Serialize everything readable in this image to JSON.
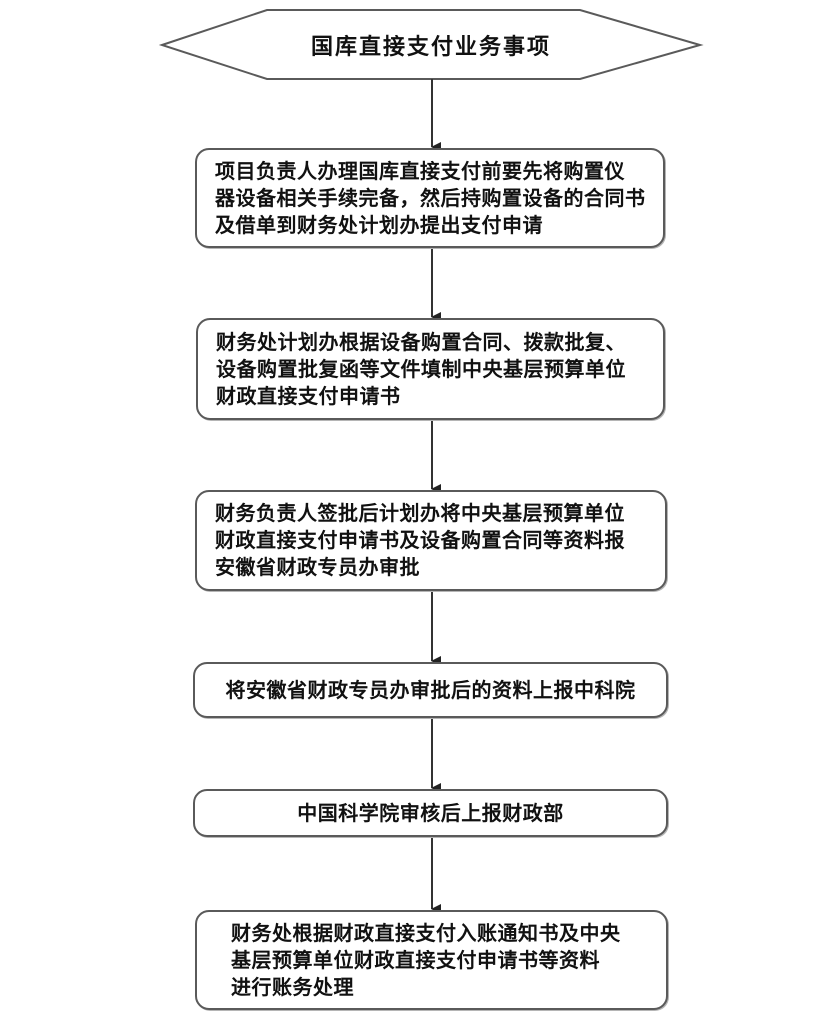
{
  "diagram": {
    "title": "国库直接支付业务事项",
    "steps": [
      {
        "id": "step-1",
        "lines": [
          "项目负责人办理国库直接支付前要先将购置仪",
          "器设备相关手续完备，然后持购置设备的合同书",
          "及借单到财务处计划办提出支付申请"
        ]
      },
      {
        "id": "step-2",
        "lines": [
          "财务处计划办根据设备购置合同、拨款批复、",
          "设备购置批复函等文件填制中央基层预算单位",
          "财政直接支付申请书"
        ]
      },
      {
        "id": "step-3",
        "lines": [
          "财务负责人签批后计划办将中央基层预算单位",
          "财政直接支付申请书及设备购置合同等资料报",
          "安徽省财政专员办审批"
        ]
      },
      {
        "id": "step-4",
        "lines": [
          "将安徽省财政专员办审批后的资料上报中科院"
        ]
      },
      {
        "id": "step-5",
        "lines": [
          "中国科学院审核后上报财政部"
        ]
      },
      {
        "id": "step-6",
        "lines": [
          "财务处根据财政直接支付入账通知书及中央",
          "基层预算单位财政直接支付申请书等资料",
          "进行账务处理"
        ]
      }
    ],
    "edges": [
      {
        "from": "start",
        "to": "step-1"
      },
      {
        "from": "step-1",
        "to": "step-2"
      },
      {
        "from": "step-2",
        "to": "step-3"
      },
      {
        "from": "step-3",
        "to": "step-4"
      },
      {
        "from": "step-4",
        "to": "step-5"
      },
      {
        "from": "step-5",
        "to": "step-6"
      }
    ],
    "colors": {
      "stroke": "#5a5a5a",
      "text": "#111111",
      "background": "#ffffff"
    }
  }
}
